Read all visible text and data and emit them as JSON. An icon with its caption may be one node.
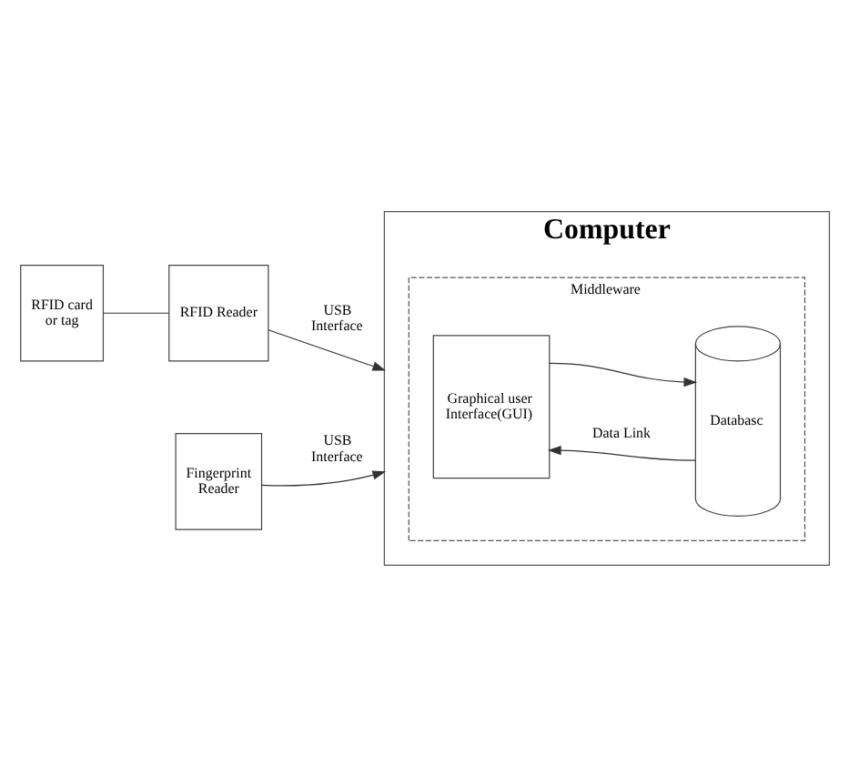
{
  "diagram": {
    "nodes": [
      {
        "text": [
          "RFID card or tag"
        ]
      },
      {
        "text": [
          "RFID Reader"
        ]
      },
      {
        "text": [
          "Computer"
        ]
      },
      {
        "text": [
          "Middleware"
        ],
        "in": 2
      },
      {
        "text": [
          "Graphical user Interface(GUI)"
        ],
        "in": 3
      },
      {
        "text": [
          "Databasc"
        ],
        "in": 3
      },
      {
        "text": [
          "Fingerprint Reader"
        ]
      }
    ],
    "edges": [
      {
        "from": 0,
        "to": 1,
        "arrow": "none"
      },
      {
        "from": 1,
        "to": 2,
        "arrow": "to",
        "label": "USB Interface"
      },
      {
        "from": 4,
        "to": 5,
        "arrow": "to"
      },
      {
        "from": 5,
        "to": 4,
        "arrow": "to",
        "label": "Data Link"
      },
      {
        "from": 6,
        "to": 2,
        "arrow": "to",
        "label": "USB Interface"
      }
    ]
  }
}
